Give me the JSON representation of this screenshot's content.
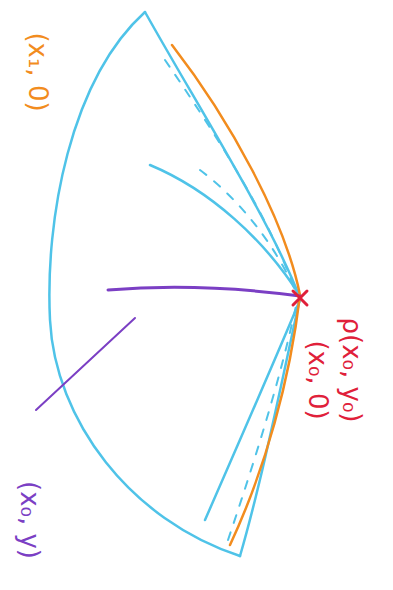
{
  "diagram": {
    "labels": [
      "(x₁, 0)",
      "ρ(x₀, y₀)",
      "(x₀, 0)",
      "(x₀, y)"
    ]
  }
}
